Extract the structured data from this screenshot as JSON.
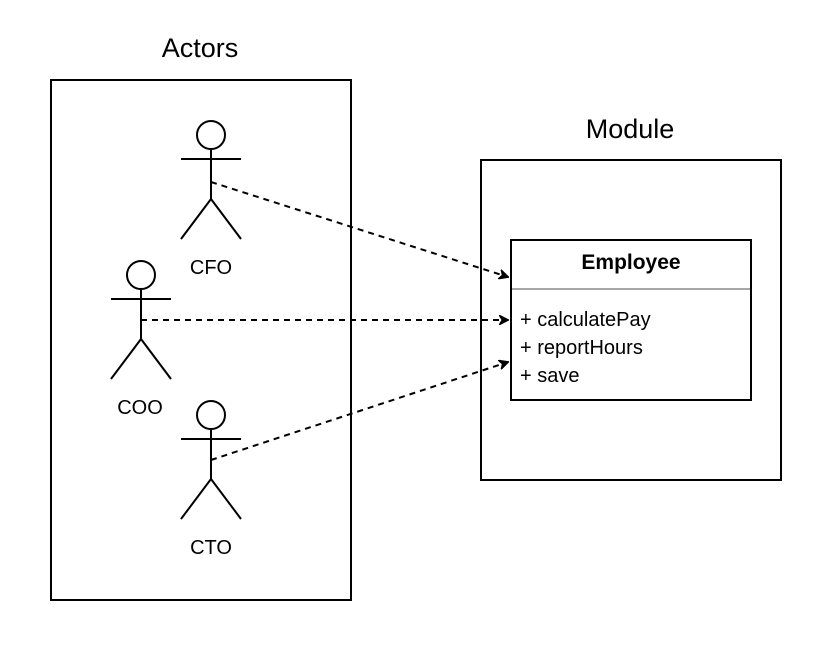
{
  "containers": {
    "actors": {
      "title": "Actors"
    },
    "module": {
      "title": "Module"
    }
  },
  "actors": [
    {
      "name": "CFO",
      "icon": "stick-figure-icon"
    },
    {
      "name": "COO",
      "icon": "stick-figure-icon"
    },
    {
      "name": "CTO",
      "icon": "stick-figure-icon"
    }
  ],
  "class": {
    "name": "Employee",
    "operations": [
      "+ calculatePay",
      "+ reportHours",
      "+ save"
    ]
  },
  "dependencies": [
    {
      "from": "CFO",
      "to": "Employee",
      "style": "dashed-arrow"
    },
    {
      "from": "COO",
      "to": "Employee",
      "style": "dashed-arrow"
    },
    {
      "from": "CTO",
      "to": "Employee",
      "style": "dashed-arrow"
    }
  ],
  "colors": {
    "stroke": "#000000",
    "divider": "#a6a6a6",
    "background": "#ffffff"
  }
}
